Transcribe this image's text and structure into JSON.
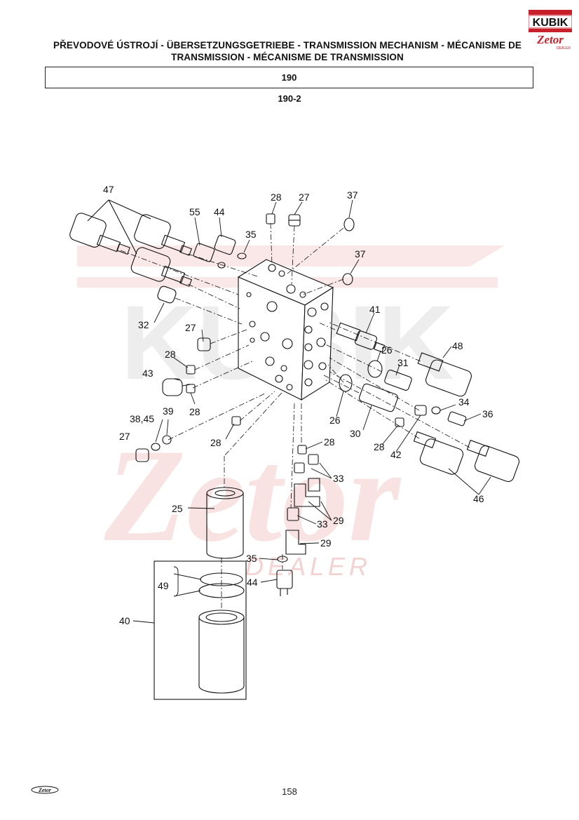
{
  "header": {
    "logo_text_top": "KUBIK",
    "logo_text_bottom": "Zetor",
    "logo_text_small": "DEALER",
    "title_line1": "PŘEVODOVÉ ÚSTROJÍ - ÜBERSETZUNGSGETRIEBE - TRANSMISSION MECHANISM - MÉCANISME DE",
    "title_line2": "TRANSMISSION - MÉCANISME DE TRANSMISSION",
    "section": "190",
    "subsection": "190-2"
  },
  "watermark": {
    "text_top": "KUBIK",
    "text_bottom": "Zetor",
    "text_small": "DEALER",
    "color": "#f4c7c7"
  },
  "callouts": [
    {
      "id": "c47",
      "label": "47"
    },
    {
      "id": "c28a",
      "label": "28"
    },
    {
      "id": "c27a",
      "label": "27"
    },
    {
      "id": "c37a",
      "label": "37"
    },
    {
      "id": "c55",
      "label": "55"
    },
    {
      "id": "c44a",
      "label": "44"
    },
    {
      "id": "c35a",
      "label": "35"
    },
    {
      "id": "c37b",
      "label": "37"
    },
    {
      "id": "c32",
      "label": "32"
    },
    {
      "id": "c27b",
      "label": "27"
    },
    {
      "id": "c41",
      "label": "41"
    },
    {
      "id": "c48",
      "label": "48"
    },
    {
      "id": "c28b",
      "label": "28"
    },
    {
      "id": "c26a",
      "label": "26"
    },
    {
      "id": "c31",
      "label": "31"
    },
    {
      "id": "c43",
      "label": "43"
    },
    {
      "id": "c28c",
      "label": "28"
    },
    {
      "id": "c39",
      "label": "39"
    },
    {
      "id": "c3845",
      "label": "38,45"
    },
    {
      "id": "c34",
      "label": "34"
    },
    {
      "id": "c36",
      "label": "36"
    },
    {
      "id": "c26b",
      "label": "26"
    },
    {
      "id": "c30",
      "label": "30"
    },
    {
      "id": "c27c",
      "label": "27"
    },
    {
      "id": "c28d",
      "label": "28"
    },
    {
      "id": "c28e",
      "label": "28"
    },
    {
      "id": "c28f",
      "label": "28"
    },
    {
      "id": "c42",
      "label": "42"
    },
    {
      "id": "c33a",
      "label": "33"
    },
    {
      "id": "c46",
      "label": "46"
    },
    {
      "id": "c25",
      "label": "25"
    },
    {
      "id": "c29a",
      "label": "29"
    },
    {
      "id": "c33b",
      "label": "33"
    },
    {
      "id": "c29b",
      "label": "29"
    },
    {
      "id": "c35b",
      "label": "35"
    },
    {
      "id": "c49",
      "label": "49"
    },
    {
      "id": "c44b",
      "label": "44"
    },
    {
      "id": "c40",
      "label": "40"
    }
  ],
  "footer": {
    "logo_text": "Zetor",
    "page_number": "158"
  }
}
